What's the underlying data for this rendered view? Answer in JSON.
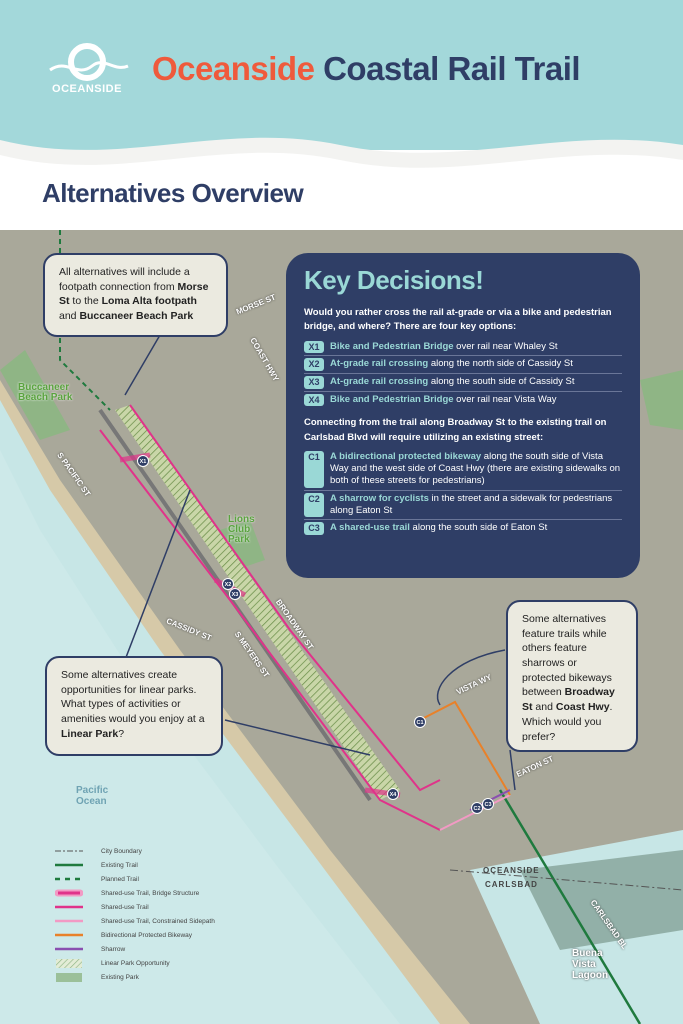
{
  "header": {
    "logo_text": "OCEANSIDE",
    "title_part1": "Oceanside",
    "title_part2": "Coastal Rail Trail"
  },
  "subtitle": "Alternatives Overview",
  "colors": {
    "teal": "#a3d8da",
    "navy": "#2f3e66",
    "orange": "#ef5a3c",
    "accent": "#9ad8d6"
  },
  "map_labels": {
    "morse_st": "MORSE ST",
    "coast_hwy": "COAST HWY",
    "s_pacific_st": "S PACIFIC ST",
    "cassidy_st": "CASSIDY ST",
    "s_meyers_st": "S MEYERS ST",
    "broadway_st": "BROADWAY ST",
    "vista_wy": "VISTA WY",
    "eaton_st": "EATON ST",
    "oceanside": "OCEANSIDE",
    "carlsbad": "CARLSBAD",
    "carlsbad_bl": "CARLSBAD BL",
    "buccaneer_park": "Buccaneer Beach Park",
    "lions_park": "Lions Club Park",
    "pacific_ocean": "Pacific Ocean",
    "buena_vista": "Buena Vista Lagoon"
  },
  "pins": [
    "X1",
    "X2",
    "X3",
    "X4",
    "C1",
    "C2",
    "C3"
  ],
  "callouts": {
    "footpath": {
      "t1": "All alternatives will include a footpath connection from ",
      "b1": "Morse St",
      "t2": " to the ",
      "b2": "Loma Alta footpath",
      "t3": " and ",
      "b3": "Buccaneer Beach Park"
    },
    "linear_park": {
      "t1": "Some alternatives create opportunities for linear parks. What types of activities or amenities would you enjoy at a ",
      "b1": "Linear Park",
      "t2": "?"
    },
    "sharrows": {
      "t1": "Some alternatives feature trails while others feature sharrows or protected bikeways between ",
      "b1": "Broadway St",
      "t2": " and ",
      "b2": "Coast Hwy",
      "t3": ". Which would you prefer?"
    }
  },
  "key_decisions": {
    "title": "Key Decisions!",
    "question1": "Would you rather cross the rail at-grade or via a bike and pedestrian bridge, and where? There are four key options:",
    "crossings": [
      {
        "code": "X1",
        "highlight": "Bike and Pedestrian Bridge",
        "rest": " over rail near Whaley St"
      },
      {
        "code": "X2",
        "highlight": "At-grade rail crossing",
        "rest": " along the north side of Cassidy St"
      },
      {
        "code": "X3",
        "highlight": "At-grade rail crossing",
        "rest": " along the south side of Cassidy St"
      },
      {
        "code": "X4",
        "highlight": "Bike and Pedestrian Bridge",
        "rest": " over rail near Vista Way"
      }
    ],
    "question2": "Connecting from the trail along Broadway St to the existing trail on Carlsbad Blvd will require utilizing an existing street:",
    "connections": [
      {
        "code": "C1",
        "highlight": "A bidirectional protected bikeway",
        "rest": " along the south side of Vista Way and the west side of Coast Hwy (there are existing sidewalks on both of these streets for pedestrians)"
      },
      {
        "code": "C2",
        "highlight": "A sharrow for cyclists",
        "rest": " in the street and a sidewalk for pedestrians along Eaton St"
      },
      {
        "code": "C3",
        "highlight": "A shared-use trail",
        "rest": " along the south side of Eaton St"
      }
    ]
  },
  "legend": [
    {
      "label": "City Boundary",
      "color": "#555555"
    },
    {
      "label": "Existing Trail",
      "color": "#1f7a3e"
    },
    {
      "label": "Planned Trail",
      "color": "#1f7a3e"
    },
    {
      "label": "Shared-use Trail, Bridge Structure",
      "color": "#e0338a"
    },
    {
      "label": "Shared-use Trail",
      "color": "#e0338a"
    },
    {
      "label": "Shared-use Trail, Constrained Sidepath",
      "color": "#f29ac4"
    },
    {
      "label": "Bidirectional Protected Bikeway",
      "color": "#e8812a"
    },
    {
      "label": "Sharrow",
      "color": "#8a4fb0"
    },
    {
      "label": "Linear Park Opportunity",
      "color": "#8fb585"
    },
    {
      "label": "Existing Park",
      "color": "#8fb585"
    }
  ]
}
